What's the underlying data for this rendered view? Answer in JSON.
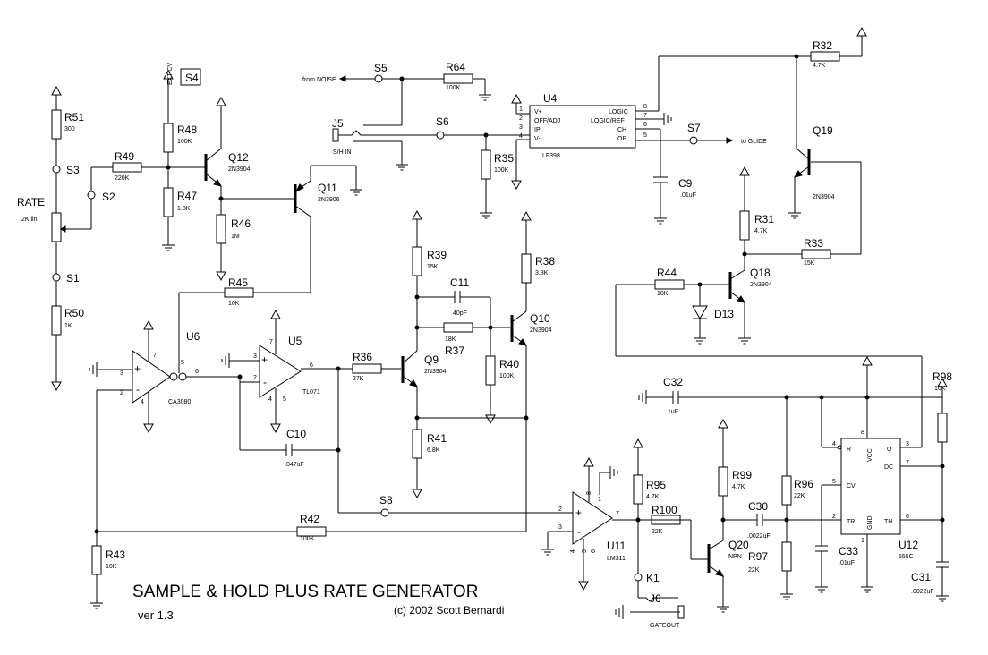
{
  "title": "SAMPLE & HOLD  PLUS RATE GENERATOR",
  "version": "ver 1.3",
  "copyright": "(c) 2002 Scott Bernardi",
  "labels": {
    "rate": "RATE",
    "rate_pot": "2K lin",
    "ext_cv": "EXT CV",
    "s4": "S4",
    "from_noise": "from NOISE",
    "sh_in": "S/H IN",
    "to_glide": "to GLIDE",
    "gateout": "GATEOUT"
  },
  "switches": {
    "s1": "S1",
    "s2": "S2",
    "s3": "S3",
    "s5": "S5",
    "s6": "S6",
    "s7": "S7",
    "s8": "S8"
  },
  "jacks": {
    "j5": "J5",
    "j6": "J6",
    "k1": "K1"
  },
  "resistors": {
    "r51": {
      "name": "R51",
      "value": "300"
    },
    "r50": {
      "name": "R50",
      "value": "1K"
    },
    "r48": {
      "name": "R48",
      "value": "100K"
    },
    "r47": {
      "name": "R47",
      "value": "1.8K"
    },
    "r49": {
      "name": "R49",
      "value": "220K"
    },
    "r46": {
      "name": "R46",
      "value": "1M"
    },
    "r45": {
      "name": "R45",
      "value": "10K"
    },
    "r64": {
      "name": "R64",
      "value": "100K"
    },
    "r35": {
      "name": "R35",
      "value": "100K"
    },
    "r32": {
      "name": "R32",
      "value": "4.7K"
    },
    "r31": {
      "name": "R31",
      "value": "4.7K"
    },
    "r33": {
      "name": "R33",
      "value": "15K"
    },
    "r44": {
      "name": "R44",
      "value": "10K"
    },
    "r39": {
      "name": "R39",
      "value": "15K"
    },
    "r38": {
      "name": "R38",
      "value": "3.3K"
    },
    "r37": {
      "name": "R37",
      "value": "18K"
    },
    "r36": {
      "name": "R36",
      "value": "27K"
    },
    "r40": {
      "name": "R40",
      "value": "100K"
    },
    "r41": {
      "name": "R41",
      "value": "6.8K"
    },
    "r42": {
      "name": "R42",
      "value": "100K"
    },
    "r43": {
      "name": "R43",
      "value": "10K"
    },
    "r95": {
      "name": "R95",
      "value": "4.7K"
    },
    "r100": {
      "name": "R100",
      "value": "22K"
    },
    "r99": {
      "name": "R99",
      "value": "4.7K"
    },
    "r96": {
      "name": "R96",
      "value": "22K"
    },
    "r97": {
      "name": "R97",
      "value": "22K"
    },
    "r98": {
      "name": "R98",
      "value": "10K"
    }
  },
  "capacitors": {
    "c9": {
      "name": "C9",
      "value": ".01uF"
    },
    "c10": {
      "name": "C10",
      "value": ".047uF"
    },
    "c11": {
      "name": "C11",
      "value": "40pF"
    },
    "c30": {
      "name": "C30",
      "value": ".0022uF"
    },
    "c31": {
      "name": "C31",
      "value": ".0022uF"
    },
    "c32": {
      "name": "C32",
      "value": ".1uF"
    },
    "c33": {
      "name": "C33",
      "value": ".01uF"
    }
  },
  "transistors": {
    "q9": {
      "name": "Q9",
      "part": "2N3904"
    },
    "q10": {
      "name": "Q10",
      "part": "2N3904"
    },
    "q11": {
      "name": "Q11",
      "part": "2N3906"
    },
    "q12": {
      "name": "Q12",
      "part": "2N3904"
    },
    "q18": {
      "name": "Q18",
      "part": "2N3904"
    },
    "q19": {
      "name": "Q19",
      "part": "2N3904"
    },
    "q20": {
      "name": "Q20",
      "part": "NPN"
    }
  },
  "diodes": {
    "d13": "D13"
  },
  "ics": {
    "u4": {
      "name": "U4",
      "part": "LF398",
      "pins_left": [
        "V+",
        "OFF/ADJ",
        "IP",
        "V-"
      ],
      "pins_right": [
        "LOGIC",
        "LOGIC/REF",
        "CH",
        "OP"
      ],
      "nums_left": [
        "1",
        "2",
        "3",
        "4"
      ],
      "nums_right": [
        "8",
        "7",
        "6",
        "5"
      ]
    },
    "u5": {
      "name": "U5",
      "part": "TL071"
    },
    "u6": {
      "name": "U6",
      "part": "CA3080"
    },
    "u11": {
      "name": "U11",
      "part": "LM311"
    },
    "u12": {
      "name": "U12",
      "part": "555C",
      "pins": {
        "r": "R",
        "vcc": "VCC",
        "q": "Q",
        "dc": "DC",
        "cv": "CV",
        "tr": "TR",
        "gnd": "GND",
        "th": "TH"
      }
    }
  },
  "pin_numbers": {
    "u6": [
      "3",
      "2",
      "7",
      "4",
      "5",
      "6"
    ],
    "u5": [
      "3",
      "2",
      "7",
      "4",
      "5",
      "6"
    ],
    "u11": [
      "2",
      "3",
      "8",
      "4",
      "5",
      "6",
      "7",
      "1"
    ],
    "u12": [
      "4",
      "8",
      "3",
      "7",
      "5",
      "2",
      "1",
      "6"
    ]
  },
  "opamp_signs": {
    "plus": "+",
    "minus": "-"
  }
}
